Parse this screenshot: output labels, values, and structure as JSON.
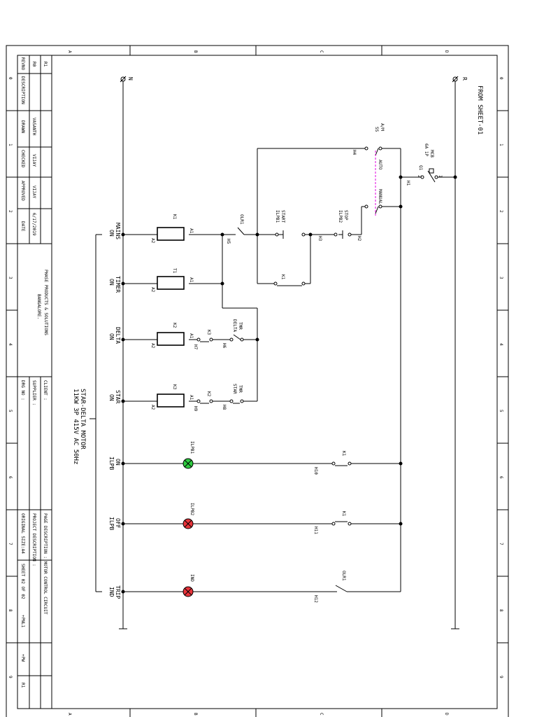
{
  "frame": {
    "rows": [
      "A",
      "B",
      "C",
      "D"
    ],
    "cols": [
      "0",
      "1",
      "2",
      "3",
      "4",
      "5",
      "6",
      "7",
      "8",
      "9"
    ]
  },
  "title_block": {
    "r1": "R1",
    "r0": "R0",
    "revno": "REVNO",
    "description": "DESCRIPTION",
    "drawn_label": "DRAWN",
    "drawn_value": "VASANTH",
    "checked_label": "CHECKED",
    "checked_value": "VIJAY",
    "approved_label": "APPROVED",
    "approved_value": "VIJAY",
    "date_label": "DATE",
    "date_value": "6/17/2019",
    "company_line1": "PHASE PRODUCTS & SOLUTIONS",
    "company_line2": "BANGALORE.",
    "client": "CLIENT :",
    "supplier": "SUPPLIER :",
    "drg_no": "DRG NO :",
    "page_description": "PAGE DESCRIPTION : MOTOR CONTROL CIRCUIT",
    "project_description": "PROJECT DESCRIPTION :",
    "original_size": "ORIGINAL SIZE:A4",
    "sheet": "SHEET 02 OF 02",
    "pnl": "+PNL1",
    "pw": "+PW",
    "rev": "R1"
  },
  "diagram": {
    "from_sheet": "FROM SHEET-01",
    "r_label": "R",
    "n_label": "N",
    "mcb_label1": "MCB",
    "mcb_label2": "6A 1P",
    "mcb_label3": "Q1",
    "mcb_t1": "1",
    "mcb_t2": "2",
    "am_label1": "A/M",
    "am_label2": "SS",
    "auto": "AUTO",
    "manual": "MANUAL",
    "stop_label1": "STOP",
    "stop_label2": "ILPB2",
    "start_label1": "START",
    "start_label2": "ILPB1",
    "olr1": "OLR1",
    "k1": "K1",
    "k2": "K2",
    "k3": "K3",
    "t1": "T1",
    "a1": "A1",
    "a2": "A2",
    "tmr_delta1": "TMR",
    "tmr_delta2": "DELTA",
    "tmr_star1": "TMR",
    "tmr_star2": "STAR",
    "wires": [
      "H1",
      "H2",
      "H3",
      "H4",
      "H5",
      "H6",
      "H7",
      "H8",
      "H9",
      "H10",
      "H11",
      "H12"
    ],
    "rung_labels": [
      {
        "l1": "MAINS",
        "l2": "ON"
      },
      {
        "l1": "TIMER",
        "l2": "ON"
      },
      {
        "l1": "DELTA",
        "l2": "ON"
      },
      {
        "l1": "STAR",
        "l2": "ON"
      },
      {
        "l1": "ON",
        "l2": "ILPB"
      },
      {
        "l1": "OFF",
        "l2": "ILPB"
      },
      {
        "l1": "TRIP",
        "l2": "IND"
      }
    ],
    "lamp_labels": [
      "ILPB1",
      "ILPB2",
      "IND"
    ],
    "motor_line1": "STAR-DELTA MOTOR",
    "motor_line2": "11KW 3P 415V AC 50Hz",
    "colors": {
      "lamp_on": "#2ecc40",
      "lamp_off": "#e8333a",
      "lamp_trip": "#e8333a",
      "selector": "#e000e0"
    }
  }
}
